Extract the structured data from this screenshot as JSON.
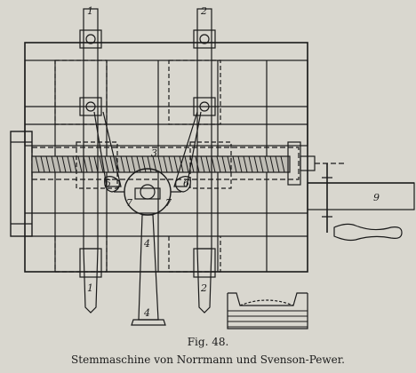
{
  "figure": {
    "number": "Fig. 48.",
    "title": "Stemmaschine von Norrmann und Svenson-Pewer."
  },
  "labels": {
    "chisel_left_top": "1",
    "chisel_right_top": "2",
    "chisel_left_bottom": "1",
    "chisel_right_bottom": "2",
    "screw": "3",
    "center_top": "4",
    "center_bottom": "4",
    "lever_left": "5",
    "lever_right": "6",
    "link_left": "7",
    "link_right": "7",
    "shaft": "9"
  },
  "colors": {
    "ink": "#1a1a1a",
    "paper": "#d9d7cf"
  }
}
